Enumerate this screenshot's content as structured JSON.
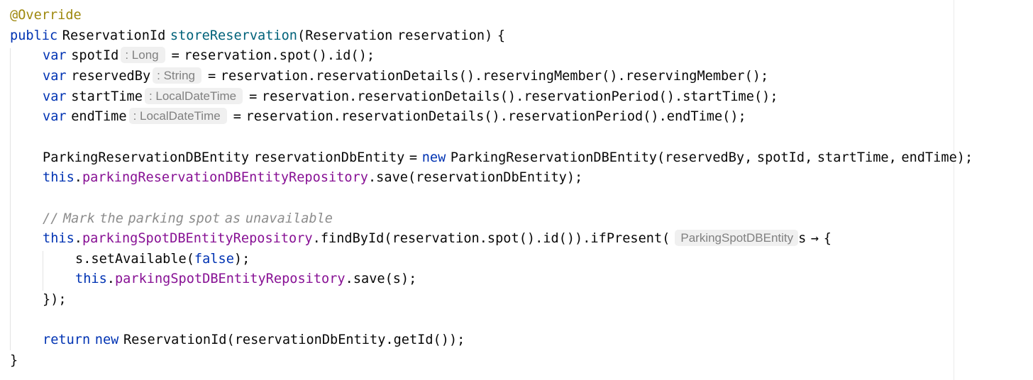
{
  "editor": {
    "lines": [
      {
        "indent": 0,
        "tokens": [
          {
            "t": "@Override",
            "c": "anno"
          }
        ]
      },
      {
        "indent": 0,
        "tokens": [
          {
            "t": "public",
            "c": "kw"
          },
          {
            "t": " ReservationId ",
            "c": ""
          },
          {
            "t": "storeReservation",
            "c": "fn"
          },
          {
            "t": "(Reservation reservation) {",
            "c": ""
          }
        ]
      },
      {
        "indent": 1,
        "tokens": [
          {
            "t": "var",
            "c": "kw"
          },
          {
            "t": " spotId",
            "c": ""
          },
          {
            "t": ": Long",
            "c": "hint"
          },
          {
            "t": "= reservation.spot().id();",
            "c": ""
          }
        ]
      },
      {
        "indent": 1,
        "tokens": [
          {
            "t": "var",
            "c": "kw"
          },
          {
            "t": " reservedBy",
            "c": ""
          },
          {
            "t": ": String",
            "c": "hint"
          },
          {
            "t": "= reservation.reservationDetails().reservingMember().reservingMember();",
            "c": ""
          }
        ]
      },
      {
        "indent": 1,
        "tokens": [
          {
            "t": "var",
            "c": "kw"
          },
          {
            "t": " startTime",
            "c": ""
          },
          {
            "t": ": LocalDateTime",
            "c": "hint"
          },
          {
            "t": "= reservation.reservationDetails().reservationPeriod().startTime();",
            "c": ""
          }
        ]
      },
      {
        "indent": 1,
        "tokens": [
          {
            "t": "var",
            "c": "kw"
          },
          {
            "t": " endTime",
            "c": ""
          },
          {
            "t": ": LocalDateTime",
            "c": "hint"
          },
          {
            "t": "= reservation.reservationDetails().reservationPeriod().endTime();",
            "c": ""
          }
        ]
      },
      {
        "indent": 1,
        "tokens": []
      },
      {
        "indent": 1,
        "tokens": [
          {
            "t": "ParkingReservationDBEntity reservationDbEntity = ",
            "c": ""
          },
          {
            "t": "new",
            "c": "kw"
          },
          {
            "t": " ParkingReservationDBEntity(reservedBy, spotId, startTime, endTime);",
            "c": ""
          }
        ]
      },
      {
        "indent": 1,
        "tokens": [
          {
            "t": "this",
            "c": "kw"
          },
          {
            "t": ".",
            "c": ""
          },
          {
            "t": "parkingReservationDBEntityRepository",
            "c": "field"
          },
          {
            "t": ".save(reservationDbEntity);",
            "c": ""
          }
        ]
      },
      {
        "indent": 1,
        "tokens": []
      },
      {
        "indent": 1,
        "tokens": [
          {
            "t": "// Mark the parking spot as unavailable",
            "c": "cmt"
          }
        ]
      },
      {
        "indent": 1,
        "tokens": [
          {
            "t": "this",
            "c": "kw"
          },
          {
            "t": ".",
            "c": ""
          },
          {
            "t": "parkingSpotDBEntityRepository",
            "c": "field"
          },
          {
            "t": ".findById(reservation.spot().id()).ifPresent(",
            "c": ""
          },
          {
            "t": "ParkingSpotDBEntity",
            "c": "hint before"
          },
          {
            "t": "s → {",
            "c": ""
          }
        ]
      },
      {
        "indent": 2,
        "tokens": [
          {
            "t": "s.setAvailable(",
            "c": ""
          },
          {
            "t": "false",
            "c": "kw"
          },
          {
            "t": ");",
            "c": ""
          }
        ]
      },
      {
        "indent": 2,
        "tokens": [
          {
            "t": "this",
            "c": "kw"
          },
          {
            "t": ".",
            "c": ""
          },
          {
            "t": "parkingSpotDBEntityRepository",
            "c": "field"
          },
          {
            "t": ".save(s);",
            "c": ""
          }
        ]
      },
      {
        "indent": 1,
        "tokens": [
          {
            "t": "});",
            "c": ""
          }
        ]
      },
      {
        "indent": 1,
        "tokens": []
      },
      {
        "indent": 1,
        "tokens": [
          {
            "t": "return",
            "c": "kw"
          },
          {
            "t": " ",
            "c": ""
          },
          {
            "t": "new",
            "c": "kw"
          },
          {
            "t": " ReservationId(reservationDbEntity.getId());",
            "c": ""
          }
        ]
      },
      {
        "indent": 0,
        "tokens": [
          {
            "t": "}",
            "c": ""
          }
        ]
      }
    ]
  },
  "colors": {
    "keyword": "#0033b3",
    "method": "#00627a",
    "field": "#871094",
    "annotation": "#9e880d",
    "comment": "#8c8c8c",
    "hint_text": "#808080",
    "hint_bg": "#f0f0f0"
  }
}
